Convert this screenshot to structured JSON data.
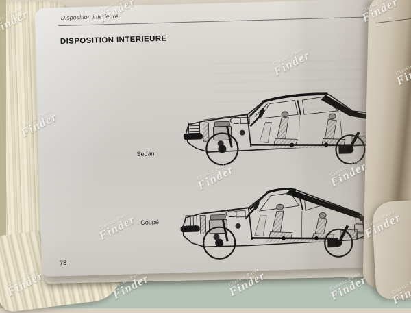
{
  "book_page": {
    "running_header": "Disposition intérieure",
    "title": "DISPOSITION INTERIEURE",
    "figures": [
      {
        "label": "Sedan",
        "illustration": "sedan-cutaway-side-view"
      },
      {
        "label": "Coupé",
        "illustration": "coupe-cutaway-side-view"
      }
    ],
    "page_number": "78"
  },
  "watermark": {
    "line1": "Classic Parts",
    "line2": "Finder"
  },
  "colors": {
    "table_top_beige": "#d7cfc0",
    "table_bottom_teal": "#b2c0b6",
    "page_paper": "#d2cfca",
    "page_stack_cream": "#e9e3cd",
    "curl_shadow": "#84765e",
    "ink": "#1b1b1b"
  }
}
